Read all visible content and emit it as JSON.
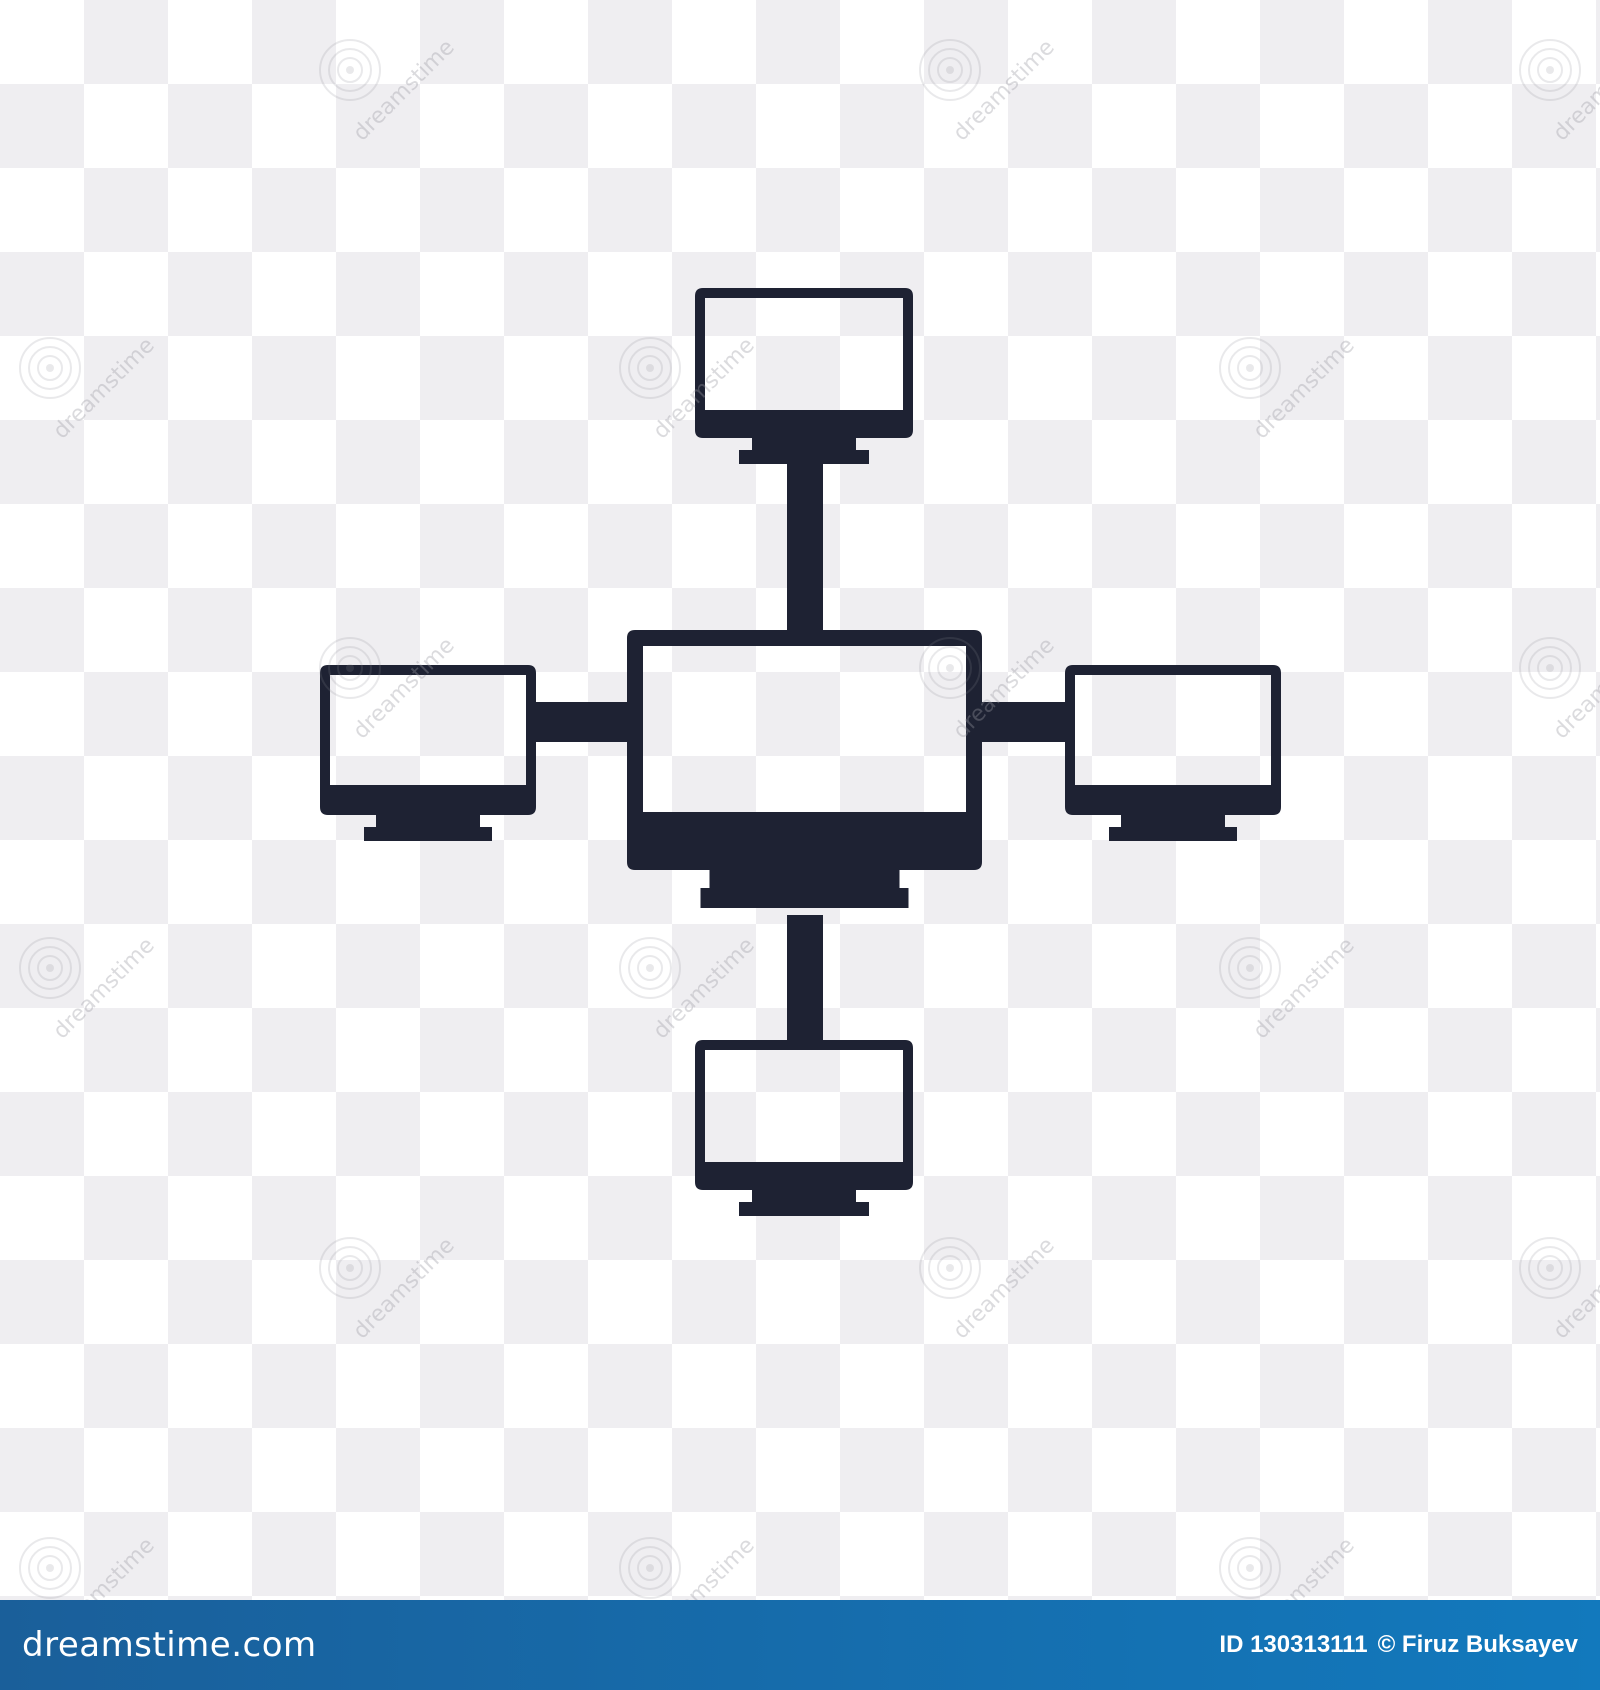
{
  "colors": {
    "icon": "#1e2233",
    "checker_light": "#ffffff",
    "checker_dark": "#efeef1",
    "footer_start": "#1a5f9a",
    "footer_end": "#1279bd"
  },
  "icon": {
    "name": "network-topology-icon"
  },
  "watermark": {
    "brand": "dreamstime"
  },
  "footer": {
    "logo": "dreamstime.com",
    "image_id": "ID 130313111",
    "credit": "© Firuz Buksayev"
  }
}
